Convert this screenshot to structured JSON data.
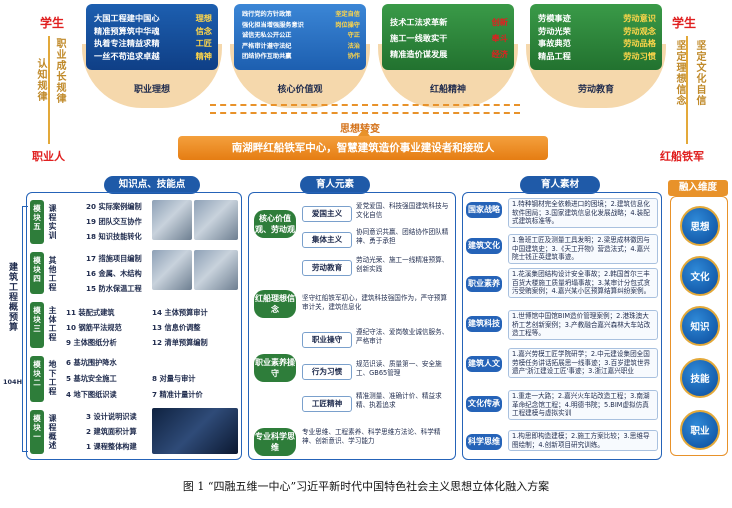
{
  "left": {
    "top": "学生",
    "side1": "认知规律",
    "side2": "职业成长规律",
    "bottom": "职业人"
  },
  "right": {
    "top": "学生",
    "side1": "坚定理想信念",
    "side2": "坚定文化自信",
    "bottom": "红船铁军"
  },
  "top_boxes": [
    {
      "lines": [
        [
          "大国工程建中国心",
          "理想"
        ],
        [
          "精准预算筑中华魂",
          "信念"
        ],
        [
          "执着专注精益求精",
          "工匠"
        ],
        [
          "一丝不苟追求卓越",
          "精神"
        ]
      ]
    },
    {
      "lines": [
        [
          "践行党的方针政策",
          "坚定自信"
        ],
        [
          "强化担当增强服务意识",
          "岗位操守"
        ],
        [
          "诚信无私公开公正",
          "守正"
        ],
        [
          "严格审计遵守法纪",
          "法治"
        ],
        [
          "团结协作互助共赢",
          "协作"
        ]
      ]
    },
    {
      "lines": [
        [
          "技术工法求革新",
          "创新"
        ],
        [
          "施工一线敢实干",
          "奉斗"
        ],
        [
          "精准造价谋发展",
          "经济"
        ]
      ]
    },
    {
      "lines": [
        [
          "劳模事迹",
          "劳动意识"
        ],
        [
          "劳动光荣",
          "劳动观念"
        ],
        [
          "事故典范",
          "劳动品格"
        ],
        [
          "精品工程",
          "劳动习惯"
        ]
      ]
    }
  ],
  "arches": [
    "职业理想",
    "核心价值观",
    "红船精神",
    "劳动教育"
  ],
  "transform": "思想转变",
  "banner": "南湖畔红船铁军中心，智慧建筑造价事业建设者和接班人",
  "col_headers": {
    "knowledge": "知识点、技能点",
    "elements": "育人元素",
    "materials": "育人素材",
    "dimension": "融入维度"
  },
  "course": {
    "title": "建筑工程概预算",
    "hours": "104H"
  },
  "modules": [
    {
      "tag": "模块五",
      "label": "课程实训",
      "items": [
        "20 实际案例编制",
        "19 团队交互协作",
        "18 知识技能转化"
      ]
    },
    {
      "tag": "模块四",
      "label": "其他工程",
      "items": [
        "17 措施项目编制",
        "16 金属、木结构",
        "15 防水保温工程"
      ]
    },
    {
      "tag": "模块三",
      "label": "主体工程",
      "items": [
        "11 装配式建筑",
        "10 钢筋平法规范",
        "9 主体图纸分析",
        "14 主体预算审计",
        "13 信息价调整",
        "12 清单预算编制"
      ]
    },
    {
      "tag": "模块二",
      "label": "地下工程",
      "items": [
        "6 基坑围护降水",
        "5 基坑安全施工",
        "4 地下图纸识读",
        "8 对量与审计",
        "7 精准计量计价"
      ]
    },
    {
      "tag": "模块一",
      "label": "课程概述",
      "items": [
        "3 设计说明识读",
        "2 建筑面积计算",
        "1 课程整体构建"
      ]
    }
  ],
  "element_groups": [
    {
      "pill": "核心价值观、劳动观",
      "rows": [
        [
          "爱国主义",
          "爱党爱国、科技强国建筑科技与文化自信"
        ],
        [
          "集体主义",
          "协同意识共赢、团结协作团队精神、勇于承担"
        ],
        [
          "劳动教育",
          "劳动光荣、施工一线精准预算、创新实践"
        ]
      ]
    },
    {
      "pill": "红船理想信念",
      "rows": [
        [
          "红船精神",
          "坚守红船铁军初心，建筑科技强国作为，严守预算审计关，建筑信息化"
        ]
      ]
    },
    {
      "pill": "职业素养操守",
      "rows": [
        [
          "职业操守",
          "遵纪守法、爱岗敬业诚信服务、严格审计"
        ],
        [
          "行为习惯",
          "规范识读、质量第一、安全施工、GB65管理"
        ],
        [
          "工匠精神",
          "精准测量、准确计价、精益求精、执着追求"
        ]
      ]
    },
    {
      "pill": "专业科学思维",
      "rows": [
        [
          "",
          "专业思维、工程素养、科学思维方法论、科学精神、创新意识、学习能力"
        ]
      ]
    }
  ],
  "materials": [
    {
      "pill": "国家战略",
      "text": "1.特种钢材完全依赖进口的困境；2.建筑信息化软件困局；3.国家建筑信息化发展战略；4.装配式建筑标准等。"
    },
    {
      "pill": "建筑文化",
      "text": "1.鲁班工匠及测量工具发明；2.梁思成林徽因与中国建筑史；3.《天工开物》营造法式；4.嘉兴院士钱正英建筑事迹。"
    },
    {
      "pill": "职业素养",
      "text": "1.花溪集团结构设计安全事故；2.韩国首尔三丰百货大楼施工质量坍塌事故；3.某审计分包式贪污受贿案例；4.嘉兴某小区预算结算纠纷案例。"
    },
    {
      "pill": "建筑科技",
      "text": "1.世博馆中国馆BIM造价管理案例；2.港珠澳大桥工艺创新案例；3.产教融合嘉兴森林大车站改造工程等。"
    },
    {
      "pill": "建筑人文",
      "text": "1.嘉兴劳模工匠学院研学；2.中元建设集团全国劳模任务讲话拓展思一线事迹；3.百岁建筑世界遗产'浙江建设工匠'事迹；3.浙江嘉兴职业"
    },
    {
      "pill": "文化传承",
      "text": "1.重走一大路；2.嘉兴火车站改造工程；3.南湖革命纪念馆工程；4.明德书院；5.BIM虚拟仿真工程建模与虚拟实训"
    },
    {
      "pill": "科学思维",
      "text": "1.构思即构造建模；2.施工方案比较；3.思维导图绘制；4.创新项目研究训练。"
    }
  ],
  "dimensions": [
    "思想",
    "文化",
    "知识",
    "技能",
    "职业"
  ],
  "caption": "图 1 “四融五维一中心”习近平新时代中国特色社会主义思想立体化融入方案"
}
